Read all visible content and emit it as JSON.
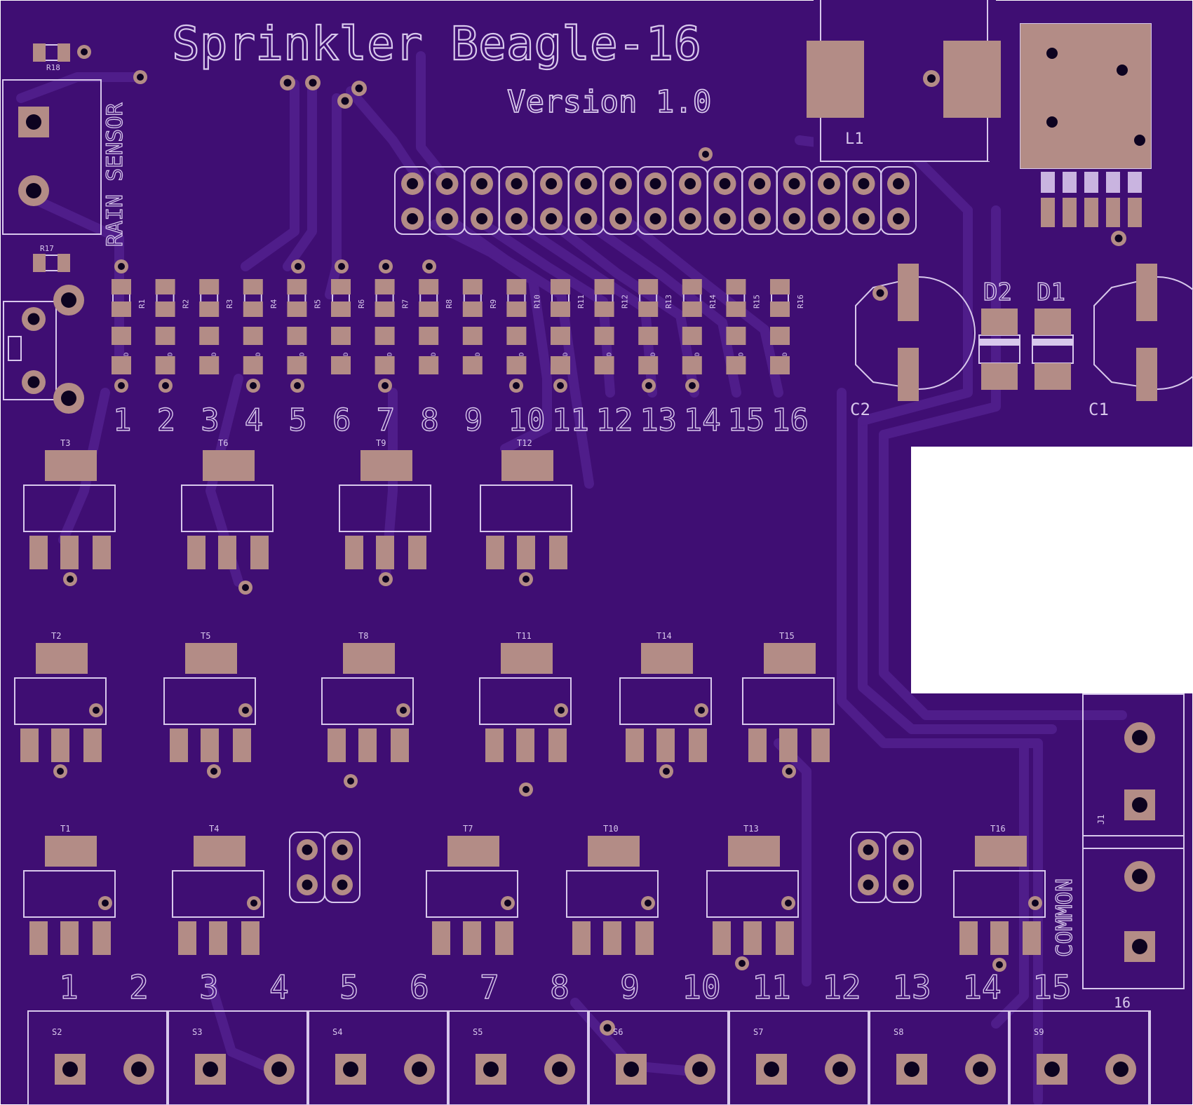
{
  "title": "Sprinkler Beagle-16",
  "version": "Version 1.0",
  "rain_sensor_label": "RAIN SENSOR",
  "common_label": "COMMON",
  "colors": {
    "board": "#3f0e73",
    "trace": "#4f1d8a",
    "pad": "#b38c86",
    "drill": "#0d0320",
    "silk": "#d8c8ec",
    "edge": "#ffffff",
    "cutout": "#ffffff"
  },
  "components": {
    "inductor": "L1",
    "capacitors": [
      "C2",
      "C1"
    ],
    "diodes": [
      "D2",
      "D1"
    ],
    "connector": "J1",
    "resistors": [
      "R1",
      "R2",
      "R3",
      "R4",
      "R5",
      "R6",
      "R7",
      "R8",
      "R9",
      "R10",
      "R11",
      "R12",
      "R13",
      "R14",
      "R15",
      "R16"
    ],
    "small_resistors": [
      "R18",
      "R17"
    ],
    "transistors_row1": [
      "T3",
      "T6",
      "T9",
      "T12"
    ],
    "transistors_row2": [
      "T2",
      "T5",
      "T8",
      "T11",
      "T14",
      "T15"
    ],
    "transistors_row3": [
      "T1",
      "T4",
      "T7",
      "T10",
      "T13",
      "T16"
    ],
    "screw_terminals": [
      "S2",
      "S3",
      "S4",
      "S5",
      "S6",
      "S7",
      "S8",
      "S9"
    ]
  },
  "channel_numbers": [
    "1",
    "2",
    "3",
    "4",
    "5",
    "6",
    "7",
    "8",
    "9",
    "10",
    "11",
    "12",
    "13",
    "14",
    "15",
    "16"
  ]
}
